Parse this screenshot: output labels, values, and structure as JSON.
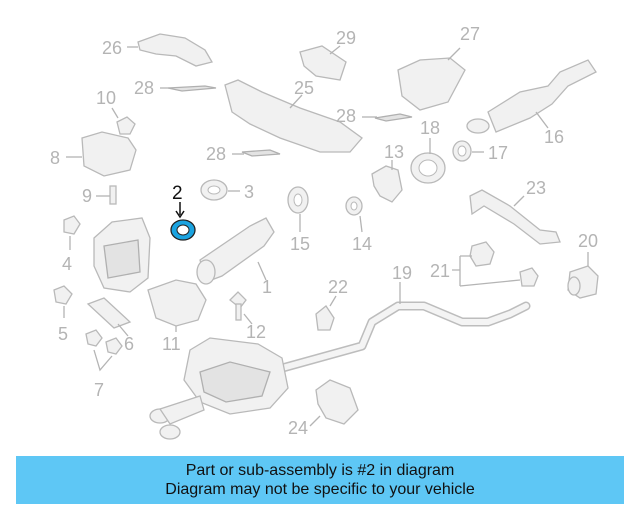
{
  "diagram": {
    "highlighted_part": "2",
    "highlight_color": "#1aa3e0",
    "callouts": [
      {
        "id": "c1",
        "label": "1"
      },
      {
        "id": "c2",
        "label": "2"
      },
      {
        "id": "c3",
        "label": "3"
      },
      {
        "id": "c4",
        "label": "4"
      },
      {
        "id": "c5",
        "label": "5"
      },
      {
        "id": "c6",
        "label": "6"
      },
      {
        "id": "c7",
        "label": "7"
      },
      {
        "id": "c8",
        "label": "8"
      },
      {
        "id": "c9",
        "label": "9"
      },
      {
        "id": "c10",
        "label": "10"
      },
      {
        "id": "c11",
        "label": "11"
      },
      {
        "id": "c12",
        "label": "12"
      },
      {
        "id": "c13",
        "label": "13"
      },
      {
        "id": "c14",
        "label": "14"
      },
      {
        "id": "c15",
        "label": "15"
      },
      {
        "id": "c16",
        "label": "16"
      },
      {
        "id": "c17",
        "label": "17"
      },
      {
        "id": "c18",
        "label": "18"
      },
      {
        "id": "c19",
        "label": "19"
      },
      {
        "id": "c20",
        "label": "20"
      },
      {
        "id": "c21",
        "label": "21"
      },
      {
        "id": "c22",
        "label": "22"
      },
      {
        "id": "c23",
        "label": "23"
      },
      {
        "id": "c24",
        "label": "24"
      },
      {
        "id": "c25",
        "label": "25"
      },
      {
        "id": "c26",
        "label": "26"
      },
      {
        "id": "c27",
        "label": "27"
      },
      {
        "id": "c28a",
        "label": "28"
      },
      {
        "id": "c28b",
        "label": "28"
      },
      {
        "id": "c28c",
        "label": "28"
      },
      {
        "id": "c29",
        "label": "29"
      }
    ]
  },
  "banner": {
    "line1": "Part or sub-assembly is #2 in diagram",
    "line2": "Diagram may not be specific to your vehicle",
    "background": "#5ec7f5"
  }
}
